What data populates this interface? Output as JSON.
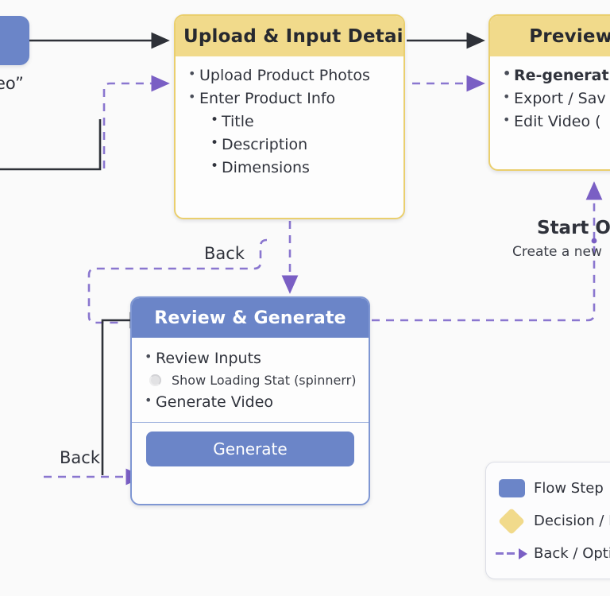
{
  "diagram": {
    "title_partial_left": "eo”",
    "nodes": [
      {
        "id": "upload",
        "type": "decision",
        "header": "Upload & Input Details",
        "items": [
          {
            "text": "Upload Product Photos",
            "level": 1,
            "bold": false
          },
          {
            "text": "Enter Product Info",
            "level": 1,
            "bold": false
          },
          {
            "text": "Title",
            "level": 2,
            "bold": false
          },
          {
            "text": "Description",
            "level": 2,
            "bold": false
          },
          {
            "text": "Dimensions",
            "level": 2,
            "bold": false
          }
        ]
      },
      {
        "id": "preview",
        "type": "decision",
        "header": "Preview & E",
        "items": [
          {
            "text": "Re-generat",
            "level": 1,
            "bold": true
          },
          {
            "text": "Export / Sav",
            "level": 1,
            "bold": false
          },
          {
            "text": "Edit Video (",
            "level": 1,
            "bold": false
          }
        ]
      },
      {
        "id": "review",
        "type": "flow",
        "header": "Review & Generate",
        "items": [
          {
            "text": "Review Inputs",
            "level": 1,
            "bold": false
          },
          {
            "text": "Show Loading Stat  (spinnerr)",
            "level": 0,
            "bold": false
          },
          {
            "text": "Generate Video",
            "level": 1,
            "bold": false
          }
        ],
        "button_label": "Generate"
      }
    ],
    "edge_labels": {
      "back_top": "Back",
      "back_bottom": "Back",
      "start_over_title": "Start Ov",
      "start_over_subtitle": "Create a new"
    },
    "legend": {
      "items": [
        {
          "label": "Flow Step",
          "swatch": "rounded-rect",
          "color": "#6b85c8"
        },
        {
          "label": "Decision / R",
          "swatch": "diamond",
          "color": "#f1da8b"
        },
        {
          "label": "Back / Optio",
          "swatch": "dashed-arrow",
          "color": "#8a76cf"
        }
      ]
    },
    "colors": {
      "background": "#fafafa",
      "flow_blue": "#6b85c8",
      "flow_blue_border": "#7f97d3",
      "decision_yellow": "#f1da8b",
      "decision_yellow_border": "#eacf6e",
      "dashed_purple": "#8a76cf",
      "solid_arrow": "#2e3138",
      "text": "#2f323b"
    }
  }
}
